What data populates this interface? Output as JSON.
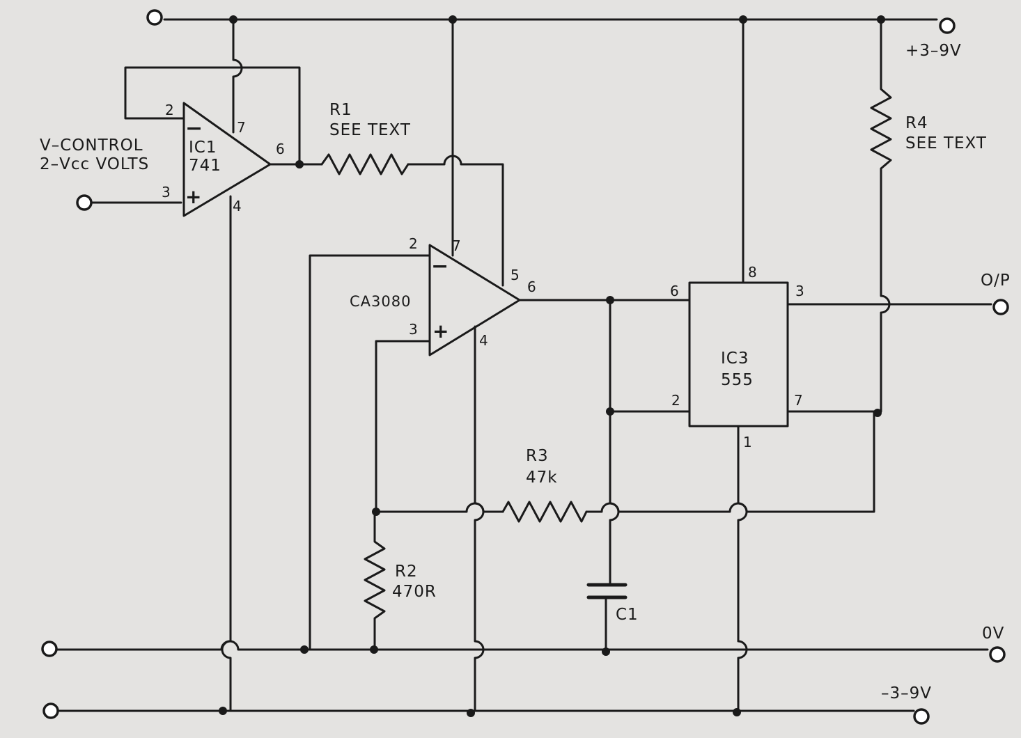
{
  "supplies": {
    "positive": "+3–9V",
    "ground": "0V",
    "negative": "–3–9V",
    "output": "O/P"
  },
  "input": {
    "line1": "V–CONTROL",
    "line2": "2–Vcc VOLTS"
  },
  "ic1": {
    "name": "IC1",
    "type": "741",
    "pins": {
      "inv": "2",
      "noninv": "3",
      "vplus": "7",
      "vminus": "4",
      "out": "6"
    }
  },
  "ic2": {
    "name": "CA3080",
    "pins": {
      "inv": "2",
      "noninv": "3",
      "vplus": "7",
      "vminus": "4",
      "bias": "5",
      "out": "6"
    }
  },
  "ic3": {
    "name": "IC3",
    "type": "555",
    "pins": {
      "vcc": "8",
      "thr": "6",
      "trig": "2",
      "out": "3",
      "dis": "7",
      "gnd": "1"
    }
  },
  "r1": {
    "name": "R1",
    "value": "SEE TEXT"
  },
  "r2": {
    "name": "R2",
    "value": "470R"
  },
  "r3": {
    "name": "R3",
    "value": "47k"
  },
  "r4": {
    "name": "R4",
    "value": "SEE TEXT"
  },
  "c1": {
    "name": "C1"
  },
  "symbols": {
    "minus": "−",
    "plus": "+"
  }
}
